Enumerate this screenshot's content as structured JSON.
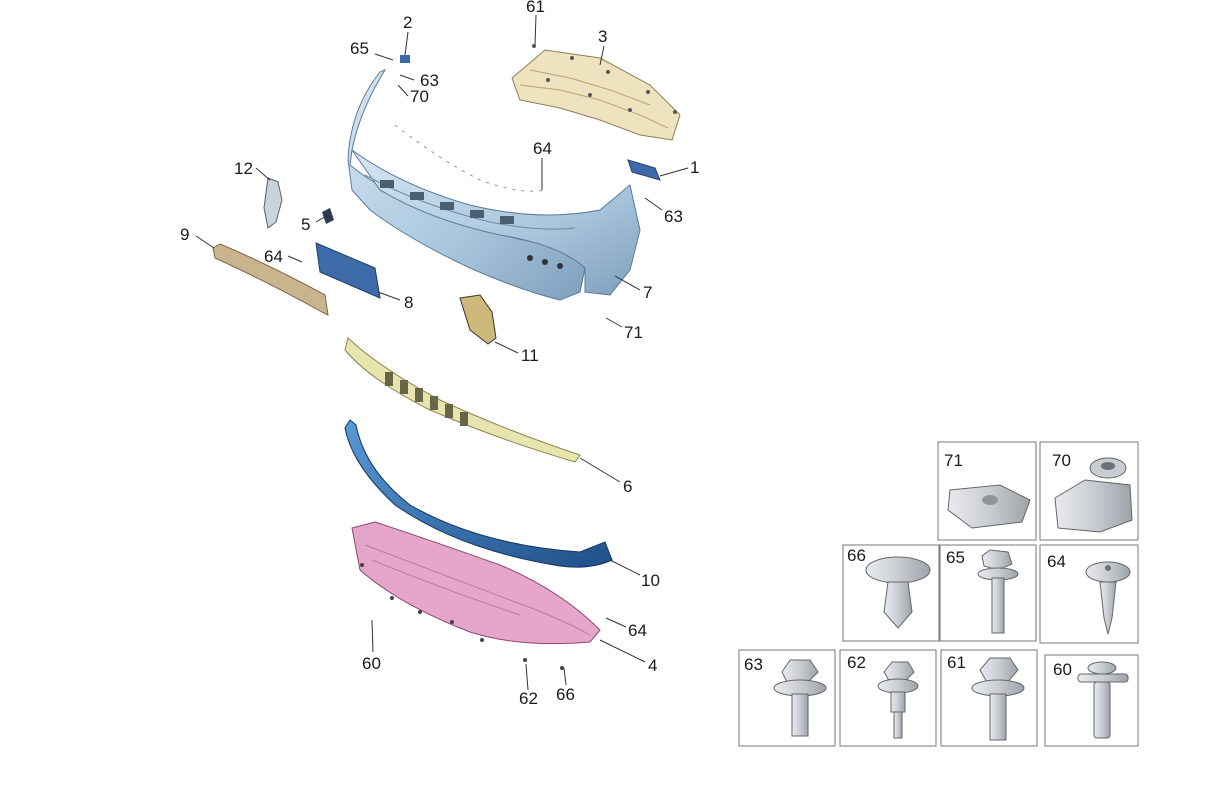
{
  "callouts": {
    "c61": "61",
    "c3": "3",
    "c2": "2",
    "c65": "65",
    "c63a": "63",
    "c70": "70",
    "c64a": "64",
    "c1": "1",
    "c63b": "63",
    "c12": "12",
    "c5": "5",
    "c9": "9",
    "c64b": "64",
    "c8": "8",
    "c7": "7",
    "c71": "71",
    "c11": "11",
    "c6": "6",
    "c10": "10",
    "c64c": "64",
    "c4": "4",
    "c60": "60",
    "c62": "62",
    "c66": "66"
  },
  "fasteners": [
    {
      "label": "71",
      "icon": "speed-nut-icon"
    },
    {
      "label": "70",
      "icon": "clip-nut-icon"
    },
    {
      "label": "66",
      "icon": "push-rivet-icon"
    },
    {
      "label": "65",
      "icon": "flange-bolt-icon"
    },
    {
      "label": "64",
      "icon": "self-tapping-screw-icon"
    },
    {
      "label": "63",
      "icon": "shoulder-bolt-icon"
    },
    {
      "label": "62",
      "icon": "stepped-bolt-icon"
    },
    {
      "label": "61",
      "icon": "hex-bolt-icon"
    },
    {
      "label": "60",
      "icon": "expansion-clip-icon"
    }
  ],
  "colors": {
    "bumper_cover": "#a9c6de",
    "absorber": "#efe2bf",
    "lower_grille": "#e8e4ae",
    "spoiler": "#2f73b8",
    "undertray": "#e6a6cc",
    "bracket": "#3d6aa8",
    "trim_strip": "#c9b48e",
    "fastener_gray": "#cfd2d6"
  }
}
